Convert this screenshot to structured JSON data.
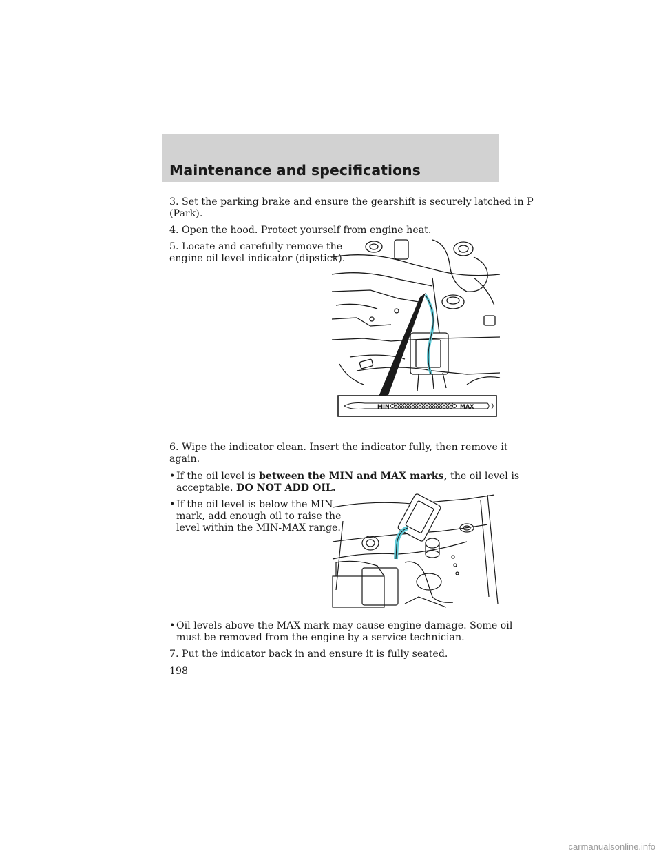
{
  "header": {
    "title": "Maintenance and specifications"
  },
  "steps": {
    "step3_line1": "3. Set the parking brake and ensure the gearshift is securely latched in P",
    "step3_line2": "(Park).",
    "step4": "4. Open the hood. Protect yourself from engine heat.",
    "step5_line1": "5. Locate and carefully remove the",
    "step5_line2": "engine oil level indicator (dipstick).",
    "step6_line1": "6. Wipe the indicator clean. Insert the indicator fully, then remove it",
    "step6_line2": "again.",
    "step7": "7. Put the indicator back in and ensure it is fully seated."
  },
  "bullets": {
    "b1_prefix": "If the oil level is ",
    "b1_bold": "between the MIN and MAX marks,",
    "b1_suffix": " the oil level is",
    "b1_line2_prefix": "acceptable. ",
    "b1_line2_bold": "DO NOT ADD OIL.",
    "b2_line1": "If the oil level is below the MIN",
    "b2_line2": "mark, add enough oil to raise the",
    "b2_line3": "level within the MIN-MAX range.",
    "b3_line1": "Oil levels above the MAX mark may cause engine damage. Some oil",
    "b3_line2": "must be removed from the engine by a service technician.",
    "glyph": "•"
  },
  "dipstick": {
    "min_label": "MIN",
    "max_label": "MAX"
  },
  "colors": {
    "accent_cyan": "#5fc9d6",
    "header_band": "#d2d2d2"
  },
  "footer": {
    "page_number": "198",
    "watermark": "carmanualsonline.info"
  }
}
